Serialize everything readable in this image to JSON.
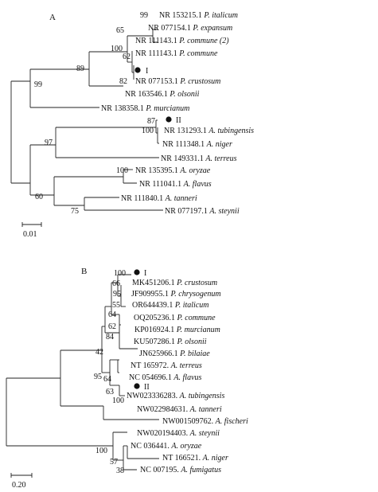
{
  "panels": [
    {
      "label": "A",
      "scale_bar": "0.01",
      "tips": [
        {
          "acc": "NR 153215.1",
          "sp": "P. italicum"
        },
        {
          "acc": "NR 077154.1",
          "sp": "P. expansum"
        },
        {
          "acc": "NR 111143.1",
          "sp": "P. commune (2)"
        },
        {
          "acc": "NR 111143.1",
          "sp": "P. commune"
        },
        {
          "acc": "NR 077153.1",
          "sp": "P. crustosum",
          "marker": "I"
        },
        {
          "acc": "NR 163546.1",
          "sp": "P. olsonii"
        },
        {
          "acc": "NR 138358.1",
          "sp": "P. murcianum"
        },
        {
          "acc": "NR 131293.1",
          "sp": "A. tubingensis",
          "marker": "II"
        },
        {
          "acc": "NR 111348.1",
          "sp": "A. niger"
        },
        {
          "acc": "NR 149331.1",
          "sp": "A. terreus"
        },
        {
          "acc": "NR 135395.1",
          "sp": "A. oryzae"
        },
        {
          "acc": "NR 111041.1",
          "sp": "A. flavus"
        },
        {
          "acc": "NR 111840.1",
          "sp": "A. tanneri"
        },
        {
          "acc": "NR 077197.1",
          "sp": "A. steynii"
        }
      ],
      "bootstrap": [
        "99",
        "65",
        "100",
        "62",
        "82",
        "89",
        "99",
        "87",
        "100",
        "97",
        "100",
        "60",
        "75"
      ]
    },
    {
      "label": "B",
      "scale_bar": "0.20",
      "tips": [
        {
          "acc": "MK451206.1",
          "sp": "P. crustosum",
          "marker": "I"
        },
        {
          "acc": "JF909955.1",
          "sp": "P. chrysogenum"
        },
        {
          "acc": "OR644439.1",
          "sp": "P. italicum"
        },
        {
          "acc": "OQ205236.1",
          "sp": "P. commune"
        },
        {
          "acc": "KP016924.1",
          "sp": "P. murcianum"
        },
        {
          "acc": "KU507286.1",
          "sp": "P. olsonii"
        },
        {
          "acc": "JN625966.1",
          "sp": "P. bilaiae"
        },
        {
          "acc": "NT 165972.",
          "sp": "A. terreus"
        },
        {
          "acc": "NC 054696.1",
          "sp": "A. flavus"
        },
        {
          "acc": "NW023336283.",
          "sp": "A. tubingensis",
          "marker": "II"
        },
        {
          "acc": "NW022984631.",
          "sp": "A. tanneri"
        },
        {
          "acc": "NW001509762.",
          "sp": "A. fischeri"
        },
        {
          "acc": "NW020194403.",
          "sp": "A. steynii"
        },
        {
          "acc": "NC 036441.",
          "sp": "A. oryzae"
        },
        {
          "acc": "NT 166521.",
          "sp": "A. niger"
        },
        {
          "acc": "NC 007195.",
          "sp": "A. fumigatus"
        }
      ],
      "bootstrap": [
        "100",
        "66",
        "95",
        "55",
        "64",
        "62",
        "84",
        "42",
        "95",
        "64",
        "63",
        "100",
        "100",
        "57",
        "38"
      ]
    }
  ]
}
